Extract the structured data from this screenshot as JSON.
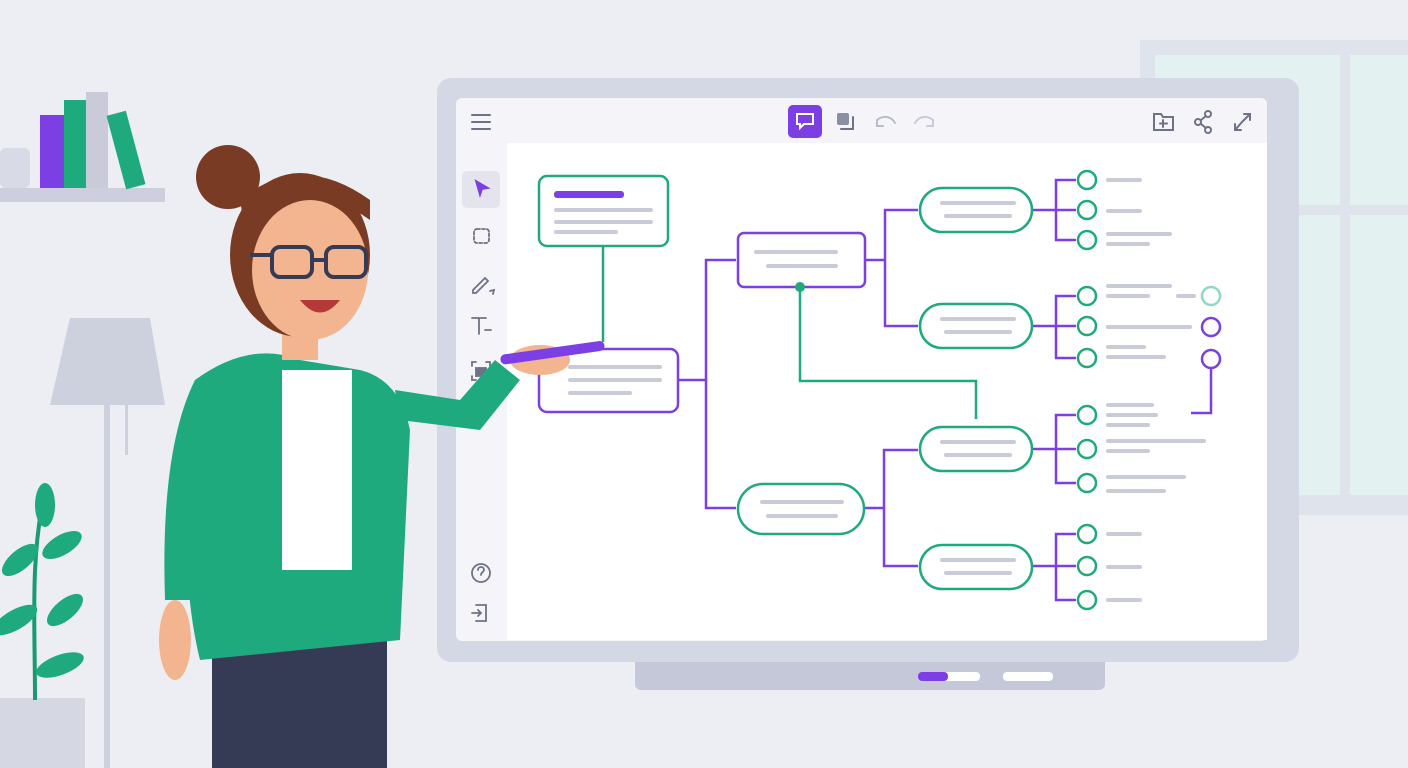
{
  "scene": "whiteboard-presentation",
  "colors": {
    "background": "#eceef4",
    "accent_purple": "#7b3fe4",
    "accent_green": "#1fae84",
    "board_frame": "#d4d7e4",
    "board_screen": "#f5f5f9",
    "canvas": "#ffffff",
    "placeholder_line": "#c9cbd8",
    "icon_gray": "#6d7286",
    "jacket": "#1faa7e",
    "pants": "#353a55",
    "hair": "#7a3b24",
    "skin": "#f2b58f"
  },
  "toolbar": {
    "left": [
      "menu-icon"
    ],
    "center": [
      {
        "icon": "comment-icon",
        "active": true
      },
      {
        "icon": "layers-icon",
        "active": false
      },
      {
        "icon": "undo-icon",
        "active": false
      },
      {
        "icon": "redo-icon",
        "active": false
      }
    ],
    "right": [
      "add-folder-icon",
      "share-icon",
      "fullscreen-icon"
    ]
  },
  "side_tools": [
    {
      "icon": "select-cursor-icon",
      "active": true
    },
    {
      "icon": "lasso-select-icon",
      "active": false
    },
    {
      "icon": "pencil-icon",
      "active": false
    },
    {
      "icon": "text-tool-icon",
      "active": false
    },
    {
      "icon": "image-capture-icon",
      "active": false
    }
  ],
  "side_bottom": [
    "help-icon",
    "exit-icon"
  ],
  "board_pager": {
    "pages": 2,
    "current": 1
  }
}
